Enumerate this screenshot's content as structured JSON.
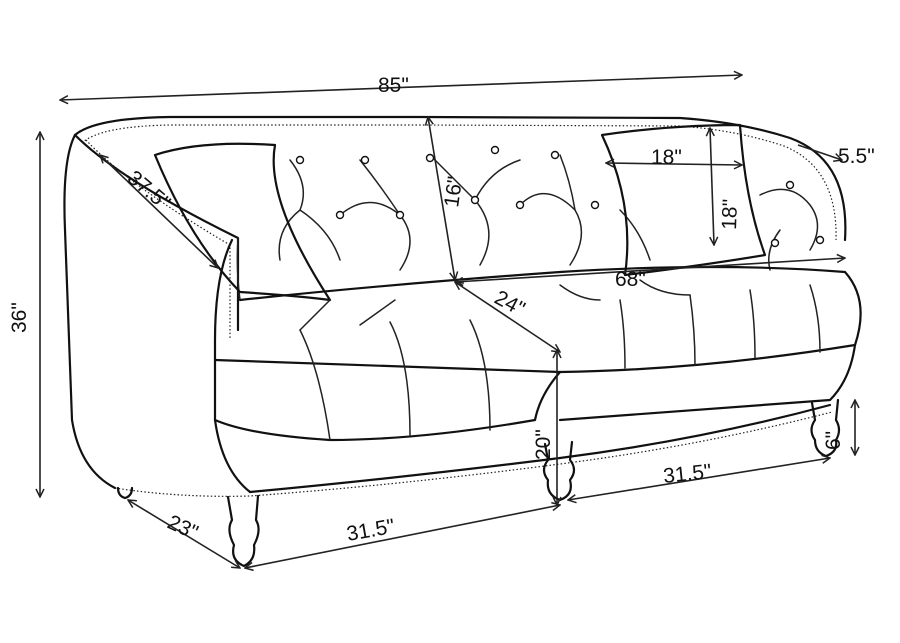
{
  "labels": {
    "width_overall": "85\"",
    "height_overall": "36\"",
    "arm_depth": "37.5\"",
    "back_cushion_height": "16\"",
    "pillow_width": "18\"",
    "pillow_height": "18\"",
    "arm_width": "5.5\"",
    "seat_width": "68\"",
    "seat_depth": "24\"",
    "seat_height": "20\"",
    "leg_height": "6\"",
    "leg_span_left": "31.5\"",
    "leg_span_right": "31.5\"",
    "side_depth": "23\""
  }
}
